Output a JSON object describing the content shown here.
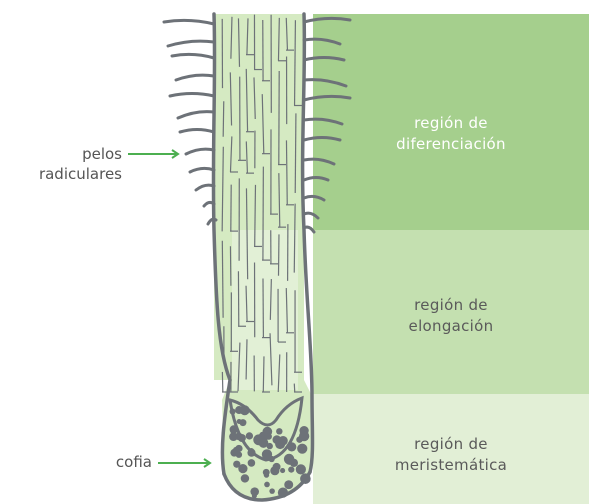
{
  "zones": {
    "differentiation": {
      "line1": "región de",
      "line2": "diferenciación",
      "color": "#a5cf8d"
    },
    "elongation": {
      "line1": "región de",
      "line2": "elongación",
      "color": "#c4e0b0"
    },
    "meristematic": {
      "line1": "región de",
      "line2": "meristemática",
      "color": "#e2efd6"
    }
  },
  "callouts": {
    "root_hairs": {
      "line1": "pelos",
      "line2": "radiculares"
    },
    "root_cap": {
      "label": "cofia"
    }
  },
  "colors": {
    "root_fill": "#d5eac2",
    "outline": "#6d7278",
    "arrow": "#4caf50",
    "cap_cells": "#6d7278"
  }
}
